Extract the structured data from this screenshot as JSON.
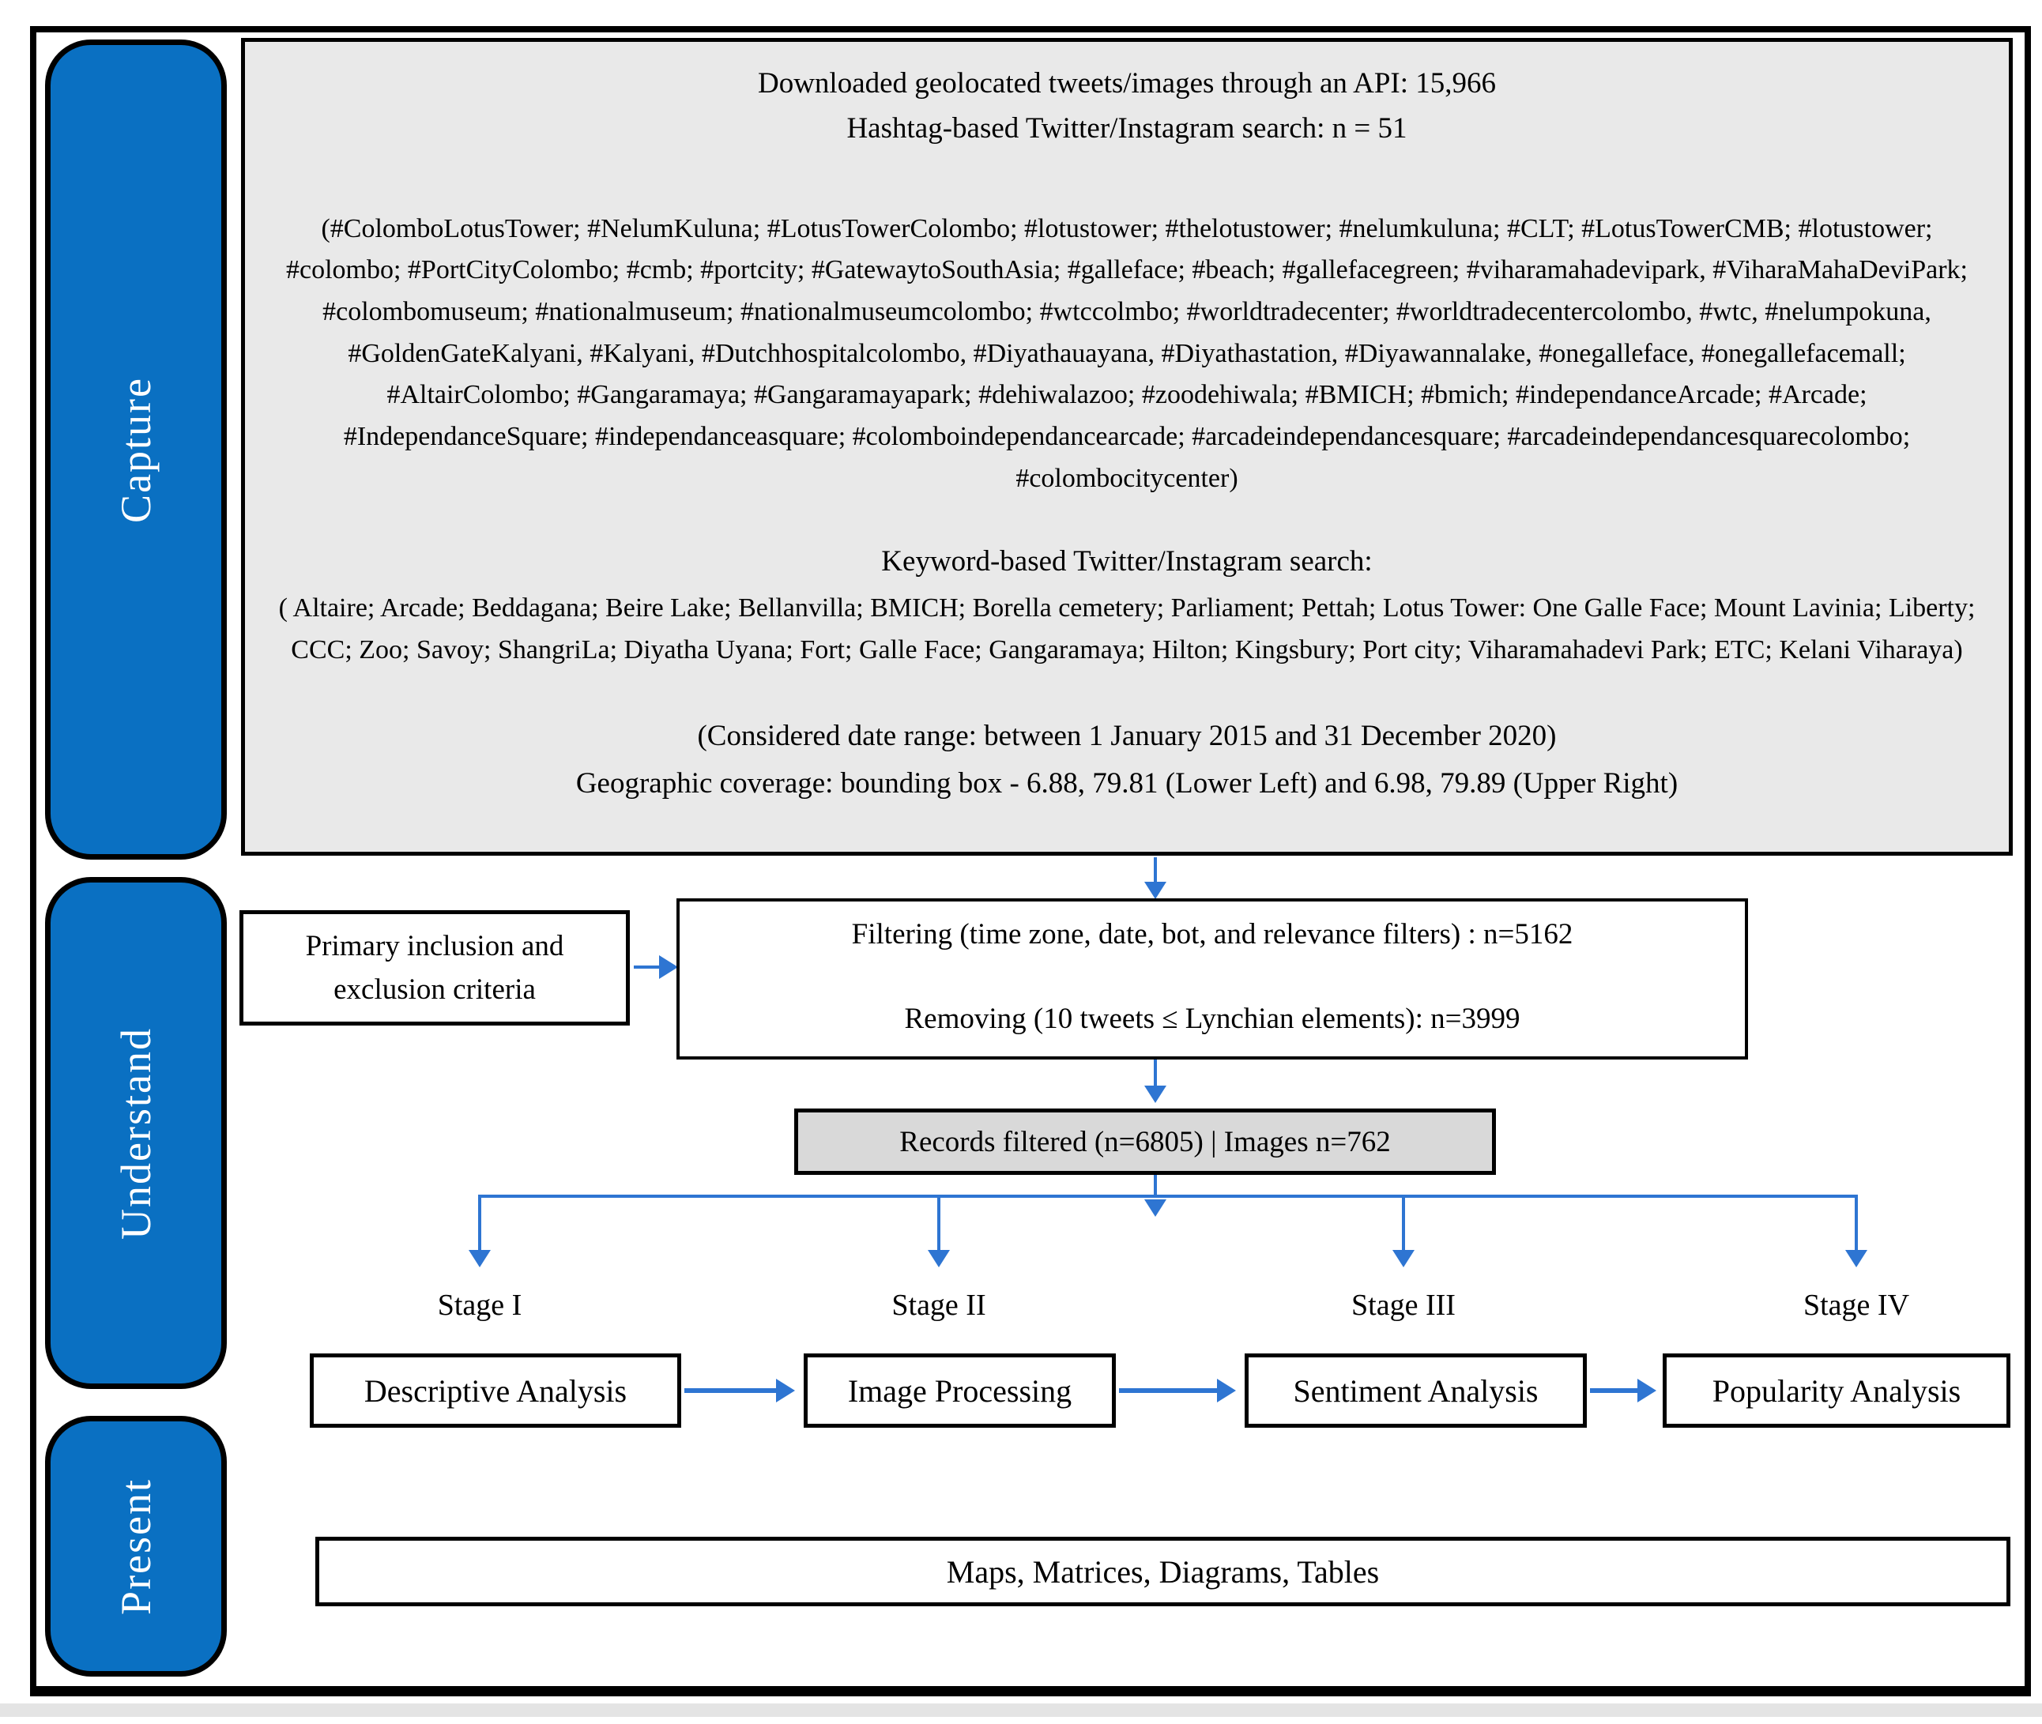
{
  "sidebar": {
    "items": [
      {
        "label": "Capture"
      },
      {
        "label": "Understand"
      },
      {
        "label": "Present"
      }
    ]
  },
  "capture": {
    "api_line": "Downloaded geolocated tweets/images through an API:  15,966",
    "hashtag_search_line": "Hashtag-based Twitter/Instagram search:  n = 51",
    "hashtag_list": "(#ColomboLotusTower; #NelumKuluna; #LotusTowerColombo; #lotustower; #thelotustower; #nelumkuluna; #CLT; #LotusTowerCMB; #lotustower; #colombo; #PortCityColombo; #cmb; #portcity; #GatewaytoSouthAsia; #galleface; #beach; #gallefacegreen; #viharamahadevipark, #ViharaMahaDeviPark; #colombomuseum; #nationalmuseum; #nationalmuseumcolombo; #wtccolmbo; #worldtradecenter; #worldtradecentercolombo, #wtc, #nelumpokuna, #GoldenGateKalyani, #Kalyani, #Dutchhospitalcolombo, #Diyathauayana, #Diyathastation, #Diyawannalake, #onegalleface, #onegallefacemall; #AltairColombo; #Gangaramaya; #Gangaramayapark; #dehiwalazoo; #zoodehiwala; #BMICH; #bmich; #independanceArcade; #Arcade; #IndependanceSquare; #independanceasquare; #colomboindependancearcade; #arcadeindependancesquare; #arcadeindependancesquarecolombo; #colombocitycenter)",
    "keyword_search_title": "Keyword-based Twitter/Instagram search:",
    "keyword_list": "(  Altaire; Arcade; Beddagana; Beire Lake; Bellanvilla; BMICH; Borella cemetery; Parliament; Pettah; Lotus Tower: One Galle Face; Mount Lavinia; Liberty; CCC; Zoo; Savoy; ShangriLa; Diyatha Uyana; Fort; Galle Face; Gangaramaya; Hilton; Kingsbury; Port city; Viharamahadevi Park; ETC; Kelani Viharaya)",
    "date_range_line": "(Considered date range: between 1 January 2015 and 31 December 2020)",
    "geo_coverage_line": "Geographic coverage: bounding box - 6.88, 79.81 (Lower Left) and 6.98, 79.89 (Upper Right)"
  },
  "understand": {
    "criteria_box": "Primary inclusion and exclusion criteria",
    "filter_line1": "Filtering (time zone, date, bot, and relevance filters) : n=5162",
    "filter_line2": "Removing (10 tweets ≤ Lynchian elements): n=3999",
    "records_box": "Records filtered (n=6805) | Images n=762",
    "stages": [
      {
        "label": "Stage I",
        "box": "Descriptive Analysis"
      },
      {
        "label": "Stage II",
        "box": "Image Processing"
      },
      {
        "label": "Stage III",
        "box": "Sentiment Analysis"
      },
      {
        "label": "Stage IV",
        "box": "Popularity Analysis"
      }
    ]
  },
  "present": {
    "output_box": "Maps, Matrices, Diagrams, Tables"
  },
  "colors": {
    "accent_blue": "#0a70c2",
    "arrow_blue": "#2e75d2",
    "capture_box_gray": "#e9e9e9",
    "records_box_gray": "#d9d9d9"
  }
}
